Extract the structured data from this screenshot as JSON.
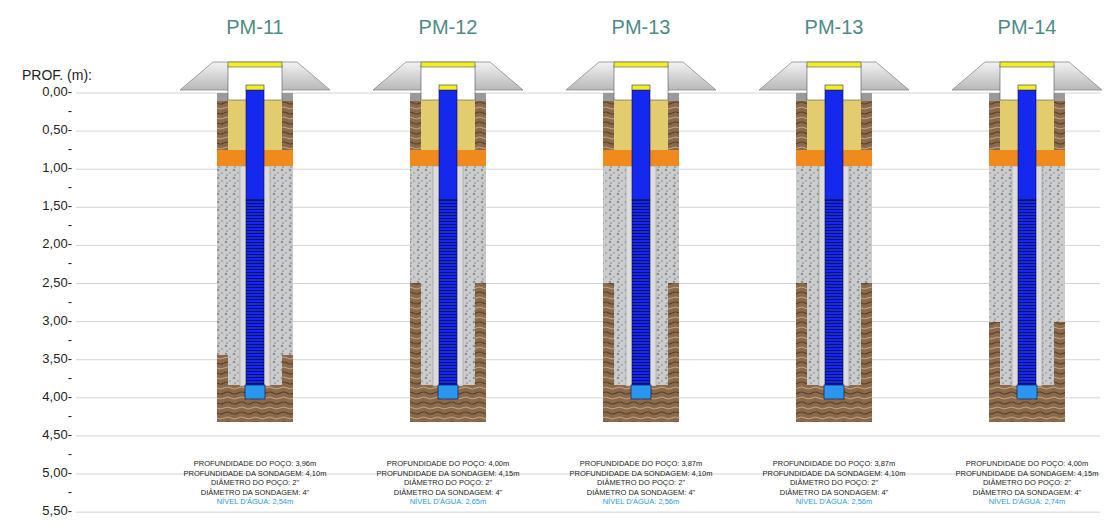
{
  "diagram": {
    "labels": [
      "PROF. (m):",
      "0,00-",
      "0,50-",
      "1,00-",
      "1,50-",
      "2,00-",
      "2,50-",
      "3,00-",
      "3,50-",
      "4,00-",
      "4,50-",
      "5,00-",
      "5,50-",
      "-",
      "-",
      "-",
      "-",
      "-",
      "-",
      "-",
      "-",
      "-",
      "-",
      "-",
      "PM-11",
      "PROFUNDIDADE DO POÇO: 3,96m",
      "PROFUNDIDADE DA SONDAGEM: 4,10m",
      "DIÂMETRO DO POÇO: 2\"",
      "DIÂMETRO DA SONDAGEM: 4\"",
      "NÍVEL D'ÁGUA: 2,54m",
      "PM-12",
      "PROFUNDIDADE DO POÇO: 4,00m",
      "PROFUNDIDADE DA SONDAGEM: 4,15m",
      "DIÂMETRO DO POÇO: 2\"",
      "DIÂMETRO DA SONDAGEM: 4\"",
      "NÍVEL D'ÁGUA: 2,65m",
      "PM-13",
      "PROFUNDIDADE DO POÇO: 3,87m",
      "PROFUNDIDADE DA SONDAGEM: 4,10m",
      "DIÂMETRO DO POÇO: 2\"",
      "DIÂMETRO DA SONDAGEM: 4\"",
      "NÍVEL D'ÁGUA: 2,56m",
      "PM-13",
      "PROFUNDIDADE DO POÇO: 3,87m",
      "PROFUNDIDADE DA SONDAGEM: 4,10m",
      "DIÂMETRO DO POÇO: 2\"",
      "DIÂMETRO DA SONDAGEM: 4\"",
      "NÍVEL D'ÁGUA: 2,56m",
      "PM-14",
      "PROFUNDIDADE DO POÇO: 4,00m",
      "PROFUNDIDADE DA SONDAGEM: 4,15m",
      "DIÂMETRO DO POÇO: 2\"",
      "DIÂMETRO DA SONDAGEM: 4\"",
      "NÍVEL D'ÁGUA: 2,74m"
    ]
  }
}
